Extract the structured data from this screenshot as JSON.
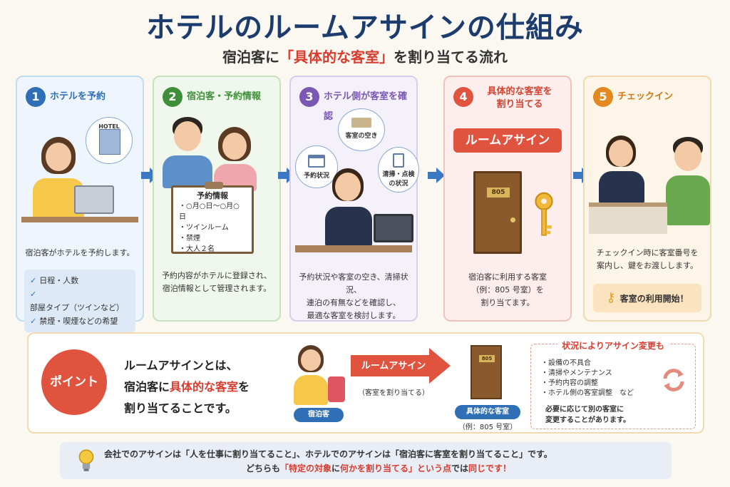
{
  "title": "ホテルのルームアサインの仕組み",
  "subtitle": {
    "pre": "宿泊客に",
    "highlight": "「具体的な客室」",
    "post": "を割り当てる流れ"
  },
  "steps": [
    {
      "num": "1",
      "title": "ホテルを予約",
      "sign": "HOTEL",
      "desc": "宿泊客がホテルを予約します。",
      "bullets": [
        "日程・人数",
        "部屋タイプ（ツインなど）",
        "禁煙・喫煙などの希望"
      ]
    },
    {
      "num": "2",
      "title": "宿泊客・予約情報",
      "board_title": "予約情報",
      "board_items": [
        "・○月○日～○月○日",
        "・ツインルーム",
        "・禁煙",
        "・大人２名"
      ],
      "desc_l1": "予約内容がホテルに登録され、",
      "desc_l2": "宿泊情報として管理されます。"
    },
    {
      "num": "3",
      "title": "ホテル側が客室を確認",
      "bubble_room": "客室の空き",
      "bubble_booking": "予約状況",
      "bubble_clean_l1": "清掃・点検",
      "bubble_clean_l2": "の状況",
      "desc_l1": "予約状況や客室の空き、清掃状況、",
      "desc_l2": "連泊の有無などを確認し、",
      "desc_l3": "最適な客室を検討します。"
    },
    {
      "num": "4",
      "title_l1": "具体的な客室を",
      "title_l2": "割り当てる",
      "badge": "ルームアサイン",
      "room": "805",
      "desc_l1": "宿泊客に利用する客室",
      "desc_l2": "（例：805 号室）を",
      "desc_l3": "割り当てます。"
    },
    {
      "num": "5",
      "title": "チェックイン",
      "desc_l1": "チェックイン時に客室番号を",
      "desc_l2": "案内し、鍵をお渡しします。",
      "start": "客室の利用開始！"
    }
  ],
  "point": {
    "label": "ポイント",
    "l1": "ルームアサインとは、",
    "l2_hl": "宿泊客に",
    "l2_red": "具体的な客室",
    "l2_post": "を",
    "l3": "割り当てることです。",
    "guest": "宿泊客",
    "arrow_label": "ルームアサイン",
    "arrow_sub": "（客室を割り当てる）",
    "room_num": "805",
    "room_label": "具体的な客室",
    "room_example": "（例：805 号室）",
    "change_title": "状況によりアサイン変更も",
    "change_items": [
      "・設備の不具合",
      "・清掃やメンテナンス",
      "・予約内容の調整",
      "・ホテル側の客室調整　など"
    ],
    "change_note_l1": "必要に応じて別の客室に",
    "change_note_l2": "変更することがあります。"
  },
  "bottom": {
    "l1": "会社でのアサインは「人を仕事に割り当てること」、ホテルでのアサインは「宿泊客に客室を割り当てること」です。",
    "l2_pre": "どちらも",
    "l2_red1": "「特定の対象",
    "l2_mid": "に",
    "l2_red2": "何かを割り当てる」という点",
    "l2_mid2": "では",
    "l2_red3": "同じです！"
  }
}
